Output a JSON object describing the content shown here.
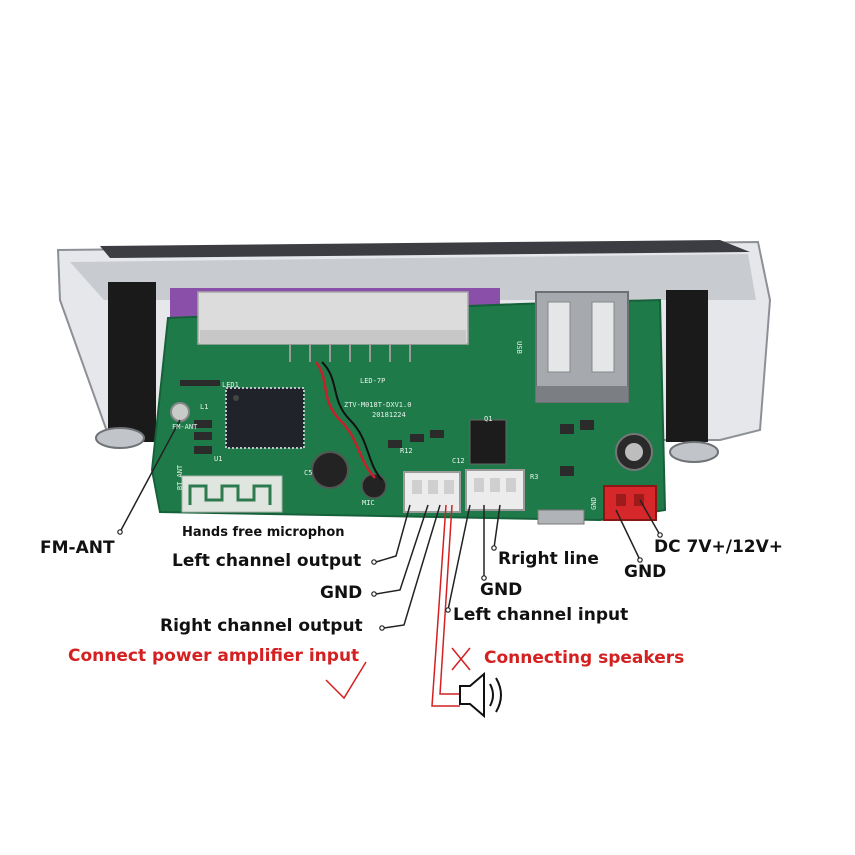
{
  "labels": {
    "fm_ant": "FM-ANT",
    "hands_free_mic": "Hands free microphon",
    "left_channel_output": "Left channel output",
    "gnd_left": "GND",
    "right_channel_output": "Right channel output",
    "connect_amp_input": "Connect power amplifier input",
    "connecting_speakers": "Connecting speakers",
    "right_line": "Rright line",
    "gnd_mid": "GND",
    "left_channel_input": "Left channel input",
    "dc_power": "DC 7V+/12V+",
    "gnd_right": "GND"
  },
  "board_silkscreen": {
    "usb": "USB",
    "led7p": "LED-7P",
    "pcb_id": "ZTV-M018T-DXV1.0",
    "date": "20181224",
    "fm_ant": "FM-ANT",
    "bt_ant": "BT_ANT",
    "mic": "MIC",
    "gnd": "GND",
    "u1": "U1",
    "c5": "C5",
    "r12": "R12",
    "c12": "C12",
    "q1": "Q1",
    "r3": "R3",
    "led1": "LED1",
    "l1": "L1"
  },
  "colors": {
    "pcb": "#1f7a4a",
    "label_text": "#111111",
    "annotation_red": "#d42020"
  }
}
